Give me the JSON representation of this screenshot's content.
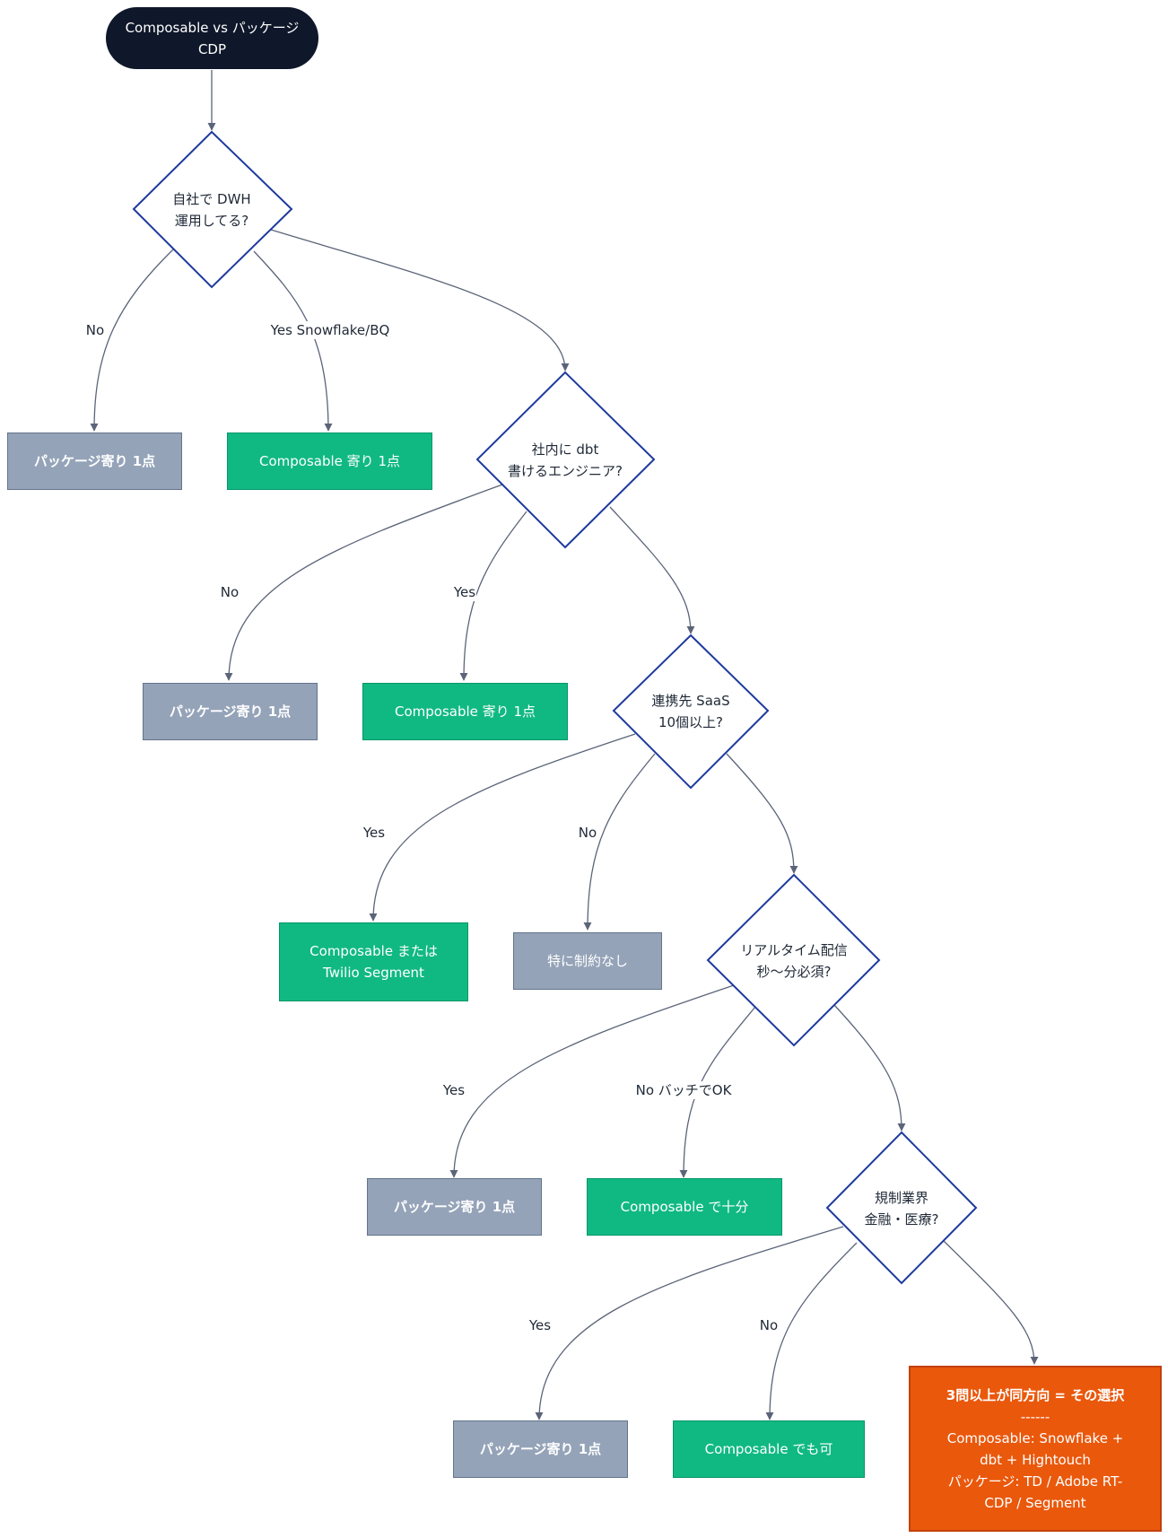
{
  "start": {
    "line1": "Composable vs パッケージ",
    "line2": "CDP"
  },
  "decisions": [
    {
      "line1": "自社で DWH",
      "line2": "運用してる?"
    },
    {
      "line1": "社内に dbt",
      "line2": "書けるエンジニア?"
    },
    {
      "line1": "連携先 SaaS",
      "line2": "10個以上?"
    },
    {
      "line1": "リアルタイム配信",
      "line2": "秒〜分必須?"
    },
    {
      "line1": "規制業界",
      "line2": "金融・医療?"
    }
  ],
  "outcomes": {
    "q1_no": "パッケージ寄り 1点",
    "q1_yes": "Composable 寄り 1点",
    "q2_no": "パッケージ寄り 1点",
    "q2_yes": "Composable 寄り 1点",
    "q3_yes_line1": "Composable または",
    "q3_yes_line2": "Twilio Segment",
    "q3_no": "特に制約なし",
    "q4_yes": "パッケージ寄り 1点",
    "q4_no": "Composable で十分",
    "q5_yes": "パッケージ寄り 1点",
    "q5_no": "Composable でも可"
  },
  "final": {
    "line1": "3問以上が同方向 = その選択",
    "line2": "------",
    "line3": "Composable: Snowflake +",
    "line4": "dbt + Hightouch",
    "line5": "パッケージ: TD / Adobe RT-",
    "line6": "CDP / Segment"
  },
  "edge_labels": {
    "q1_no": "No",
    "q1_yes": "Yes Snowflake/BQ",
    "q2_no": "No",
    "q2_yes": "Yes",
    "q3_yes": "Yes",
    "q3_no": "No",
    "q4_yes": "Yes",
    "q4_no": "No バッチでOK",
    "q5_yes": "Yes",
    "q5_no": "No"
  },
  "colors": {
    "diamond_stroke": "#1e3a9e",
    "package": "#94a3b8",
    "composable": "#10b981",
    "final": "#ea580c",
    "start": "#0f172a"
  }
}
